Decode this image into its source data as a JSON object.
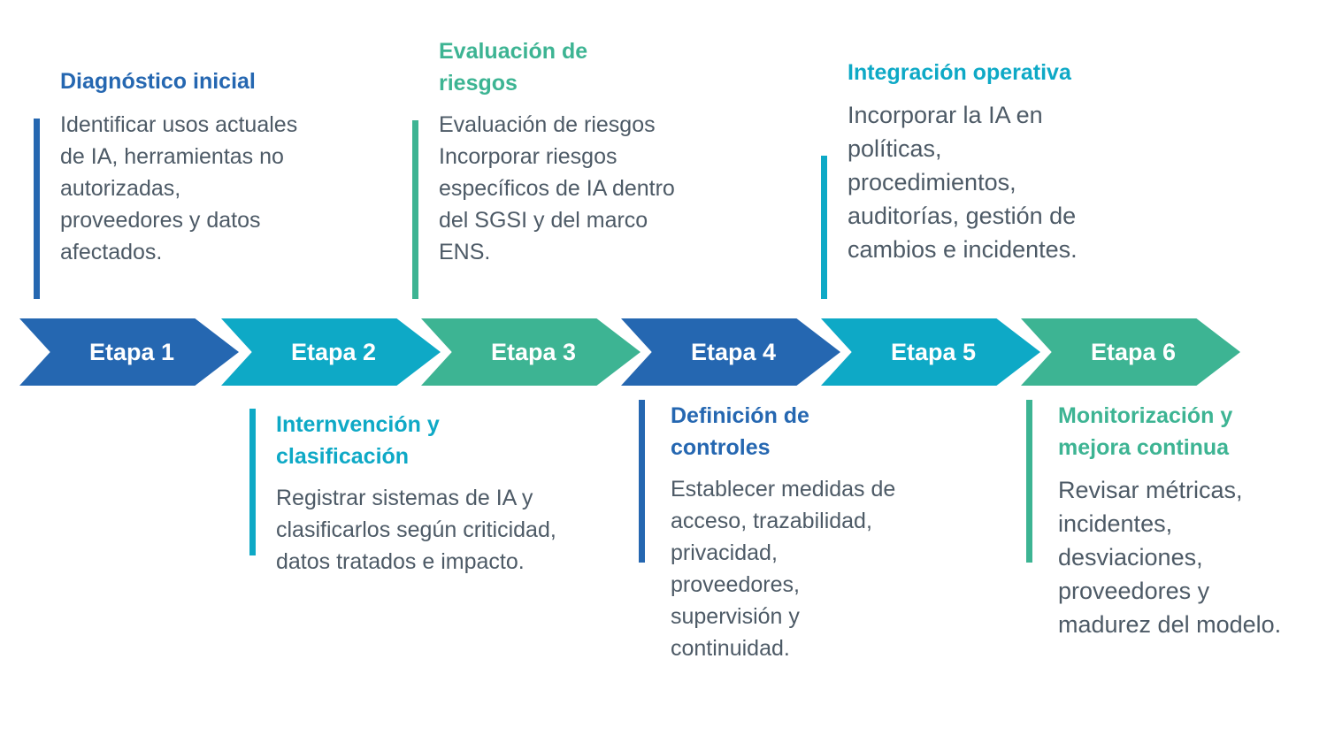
{
  "colors": {
    "dark_blue": "#2567b1",
    "cyan": "#0ea9c6",
    "teal": "#3db493",
    "text": "#4d5a66"
  },
  "stages": [
    {
      "label": "Etapa 1",
      "color": "#2567b1"
    },
    {
      "label": "Etapa 2",
      "color": "#0ea9c6"
    },
    {
      "label": "Etapa 3",
      "color": "#3db493"
    },
    {
      "label": "Etapa 4",
      "color": "#2567b1"
    },
    {
      "label": "Etapa 5",
      "color": "#0ea9c6"
    },
    {
      "label": "Etapa 6",
      "color": "#3db493"
    }
  ],
  "steps": [
    {
      "title": "Diagnóstico inicial",
      "description": "Identificar usos actuales de IA, herramientas no autorizadas, proveedores y datos afectados."
    },
    {
      "title": "Internvención y clasificación",
      "description": "Registrar sistemas de IA y clasificarlos según criticidad, datos tratados e impacto."
    },
    {
      "title": "Evaluación de riesgos",
      "description": "Evaluación de riesgos Incorporar riesgos específicos de IA dentro del SGSI y del marco ENS."
    },
    {
      "title": "Definición de controles",
      "description": "Establecer medidas de acceso, trazabilidad, privacidad, proveedores, supervisión y continuidad."
    },
    {
      "title": "Integración operativa",
      "description": "Incorporar la IA en políticas, procedimientos, auditorías, gestión de cambios e incidentes."
    },
    {
      "title": "Monitorización y mejora continua",
      "description": "Revisar métricas, incidentes, desviaciones, proveedores y madurez del modelo."
    }
  ]
}
